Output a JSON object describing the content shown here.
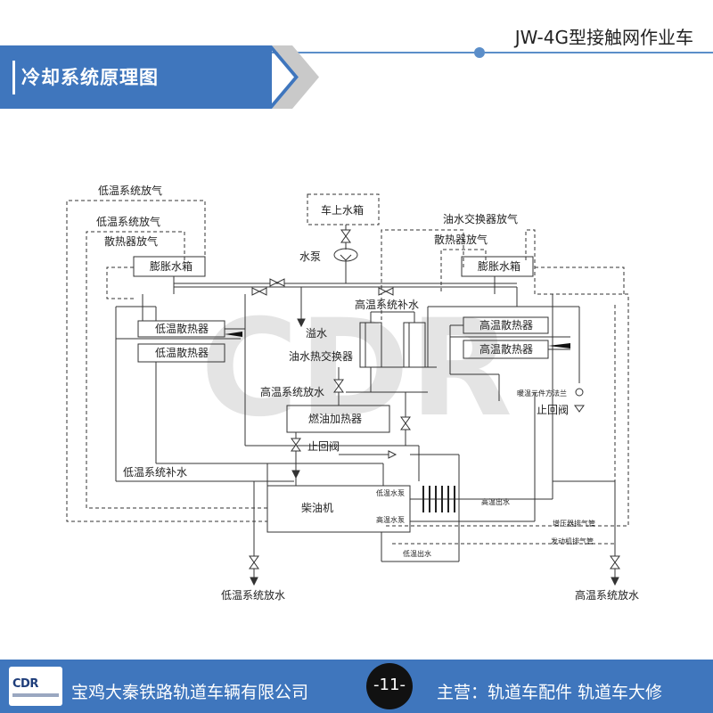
{
  "header": {
    "product_title": "JW-4G型接触网作业车",
    "section_title": "冷却系统原理图",
    "accent_color": "#3f76bd"
  },
  "diagram": {
    "labels": {
      "low_temp_vent_outer": "低温系统放气",
      "low_temp_vent_inner": "低温系统放气",
      "radiator_vent_left": "散热器放气",
      "expansion_tank_left": "膨胀水箱",
      "onboard_water_tank": "车上水箱",
      "water_pump": "水泵",
      "oil_water_hx_vent": "油水交换器放气",
      "radiator_vent_right": "散热器放气",
      "expansion_tank_right": "膨胀水箱",
      "high_temp_makeup": "高温系统补水",
      "overflow": "溢水",
      "oil_water_hx": "油水热交换器",
      "low_temp_radiator_1": "低温散热器",
      "low_temp_radiator_2": "低温散热器",
      "high_temp_radiator_1": "高温散热器",
      "high_temp_radiator_2": "高温散热器",
      "high_temp_drain_mid": "高温系统放水",
      "fuel_heater": "燃油加热器",
      "check_valve_left": "止回阀",
      "check_valve_right": "止回阀",
      "heater_flange": "暖温元件方法兰",
      "low_temp_makeup": "低温系统补水",
      "diesel_engine": "柴油机",
      "low_temp_pump": "低温水泵",
      "high_temp_pump": "高温水泵",
      "high_temp_outlet": "高温出水",
      "turbo_exhaust": "增压器排气管",
      "engine_exhaust": "发动机排气管",
      "low_temp_outlet": "低温出水",
      "low_temp_drain": "低温系统放水",
      "high_temp_drain": "高温系统放水"
    },
    "watermark": "CDR"
  },
  "footer": {
    "logo_text": "CDR",
    "company": "宝鸡大秦铁路轨道车辆有限公司",
    "page_number": "-11-",
    "business": "主营：轨道车配件  轨道车大修"
  }
}
